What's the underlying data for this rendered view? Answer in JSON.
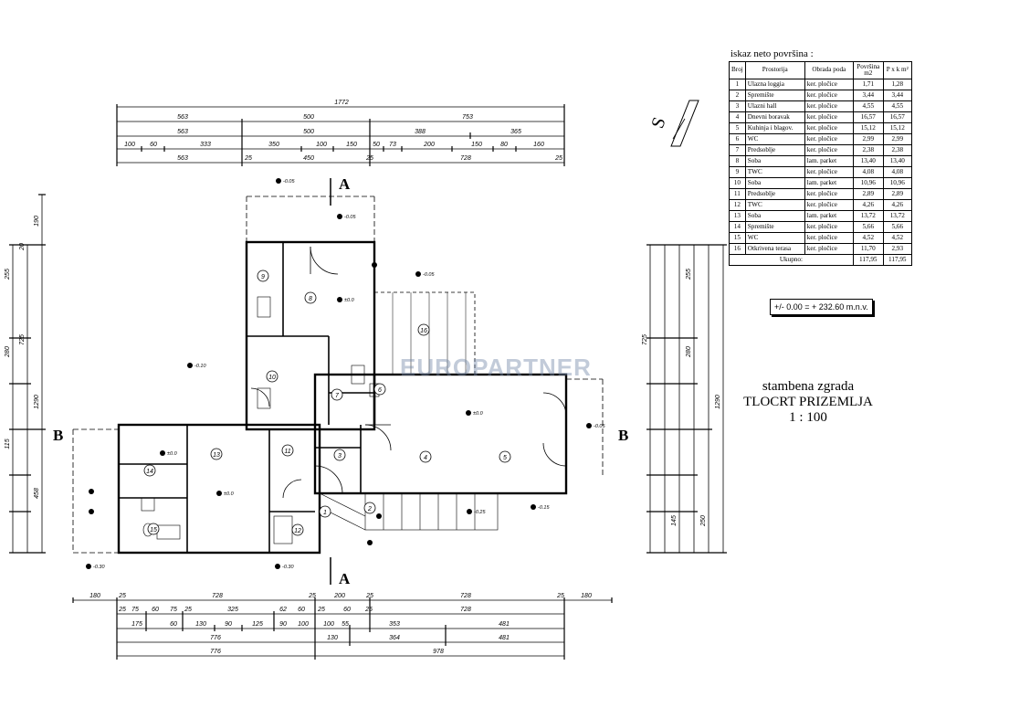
{
  "table": {
    "title": "iskaz neto površina :",
    "headers": [
      "Broj",
      "Prostorija",
      "Obrada poda",
      "Površina m2",
      "P x k m²"
    ],
    "rows": [
      [
        "1",
        "Ulazna loggia",
        "ker. pločice",
        "1,71",
        "1,28"
      ],
      [
        "2",
        "Spremište",
        "ker. pločice",
        "3,44",
        "3,44"
      ],
      [
        "3",
        "Ulazni hall",
        "ker. pločice",
        "4,55",
        "4,55"
      ],
      [
        "4",
        "Dnevni boravak",
        "ker. pločice",
        "16,57",
        "16,57"
      ],
      [
        "5",
        "Kuhinja i blagov.",
        "ker. pločice",
        "15,12",
        "15,12"
      ],
      [
        "6",
        "WC",
        "ker. pločice",
        "2,99",
        "2,99"
      ],
      [
        "7",
        "Predsoblje",
        "ker. pločice",
        "2,38",
        "2,38"
      ],
      [
        "8",
        "Soba",
        "lam. parket",
        "13,40",
        "13,40"
      ],
      [
        "9",
        "TWC",
        "ker. pločice",
        "4,08",
        "4,08"
      ],
      [
        "10",
        "Soba",
        "lam. parket",
        "10,96",
        "10,96"
      ],
      [
        "11",
        "Predsoblje",
        "ker. pločice",
        "2,89",
        "2,89"
      ],
      [
        "12",
        "TWC",
        "ker. pločice",
        "4,26",
        "4,26"
      ],
      [
        "13",
        "Soba",
        "lam. parket",
        "13,72",
        "13,72"
      ],
      [
        "14",
        "Spremište",
        "ker. pločice",
        "5,66",
        "5,66"
      ],
      [
        "15",
        "WC",
        "ker. pločice",
        "4,52",
        "4,52"
      ],
      [
        "16",
        "Otkrivena terasa",
        "ker. pločice",
        "11,70",
        "2,93"
      ]
    ],
    "total_label": "Ukupno:",
    "total_area": "117,95",
    "total_pk": "117,95"
  },
  "level": "+/- 0.00 = + 232.60 m.n.v.",
  "title": {
    "line1": "stambena zgrada",
    "line2": "TLOCRT PRIZEMLJA",
    "line3": "1 : 100"
  },
  "watermark": "EUROPARTNER",
  "sections": {
    "a_top": "A",
    "a_bottom": "A",
    "b_left": "B",
    "b_right": "B"
  },
  "north": "S",
  "dims_top": {
    "total": "1772",
    "row2": [
      "563",
      "500",
      "753"
    ],
    "row3": [
      "563",
      "500",
      "388",
      "365"
    ],
    "row4": [
      "100",
      "60",
      "333",
      "350",
      "100",
      "150",
      "50",
      "73",
      "200",
      "150",
      "80",
      "160"
    ],
    "row5": [
      "563",
      "25",
      "450",
      "25",
      "728",
      "25"
    ]
  },
  "dims_bottom": {
    "row1": [
      "180",
      "25",
      "728",
      "25",
      "200",
      "25",
      "728",
      "25",
      "180"
    ],
    "row2": [
      "25",
      "75",
      "60",
      "75",
      "25",
      "325",
      "62",
      "60",
      "25",
      "60",
      "25",
      "728"
    ],
    "row3": [
      "175",
      "60",
      "130",
      "90",
      "125",
      "90",
      "100",
      "100",
      "55",
      "353",
      "481"
    ],
    "row4": [
      "776",
      "130",
      "364",
      "481"
    ],
    "row5": [
      "776",
      "978"
    ]
  },
  "dims_left": [
    "190",
    "255",
    "20",
    "280",
    "725",
    "1290",
    "458",
    "115"
  ],
  "dims_right": [
    "255",
    "280",
    "725",
    "1290",
    "145",
    "250"
  ],
  "rooms": [
    "1",
    "2",
    "3",
    "4",
    "5",
    "6",
    "7",
    "8",
    "9",
    "10",
    "11",
    "12",
    "13",
    "14",
    "15",
    "16"
  ],
  "levels": [
    "-0.05",
    "-0.05",
    "-0.05",
    "±0.0",
    "-0.10",
    "±0.0",
    "-0.05",
    "-0.25",
    "-0.15",
    "-0.30",
    "-0.30",
    "±0.0",
    "±0.0"
  ]
}
